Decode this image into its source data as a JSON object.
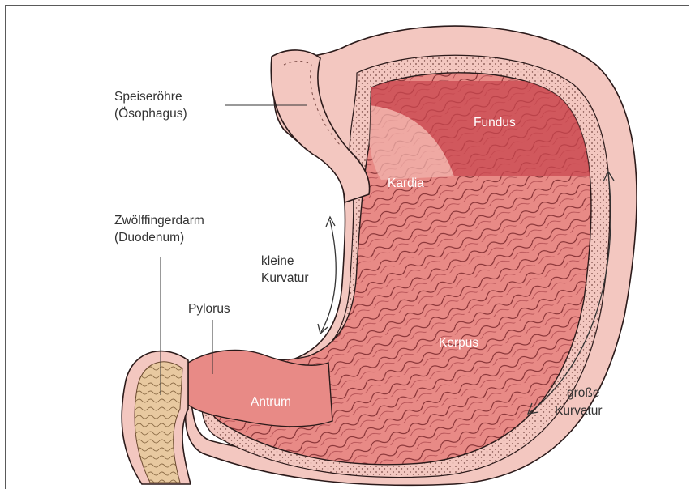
{
  "colors": {
    "wall_light": "#f3c7c0",
    "wall_outline": "#2b1a1a",
    "mucosa": "#e88a86",
    "mucosa_dark": "#c94f52",
    "fundus_zone": "#c9474f",
    "duodenum": "#e8c9a0",
    "label_dark": "#333333",
    "label_light": "#ffffff"
  },
  "labels": {
    "esophagus_line1": "Speiseröhre",
    "esophagus_line2": "(Ösophagus)",
    "duodenum_line1": "Zwölffingerdarm",
    "duodenum_line2": "(Duodenum)",
    "pylorus": "Pylorus",
    "lesser_curvature_line1": "kleine",
    "lesser_curvature_line2": "Kurvatur",
    "fundus": "Fundus",
    "cardia": "Kardia",
    "corpus": "Korpus",
    "antrum": "Antrum",
    "greater_curvature_line1": "große",
    "greater_curvature_line2": "Kurvatur"
  }
}
